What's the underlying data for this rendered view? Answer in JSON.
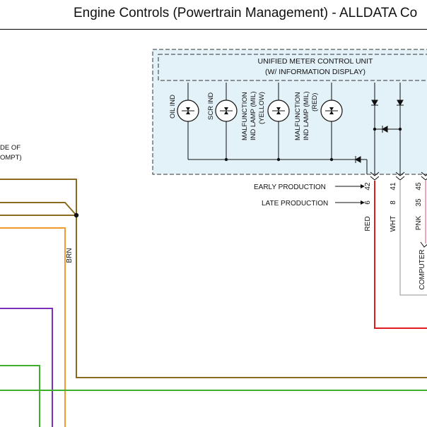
{
  "header": {
    "title": "Engine Controls (Powertrain Management) - ALLDATA Co"
  },
  "diagram": {
    "unit": {
      "line1": "UNIFIED METER CONTROL UNIT",
      "line2": "(W/ INFORMATION DISPLAY)"
    },
    "lamps": [
      {
        "line1": "OIL IND",
        "line2": "",
        "line3": ""
      },
      {
        "line1": "SCR IND",
        "line2": "",
        "line3": ""
      },
      {
        "line1": "MALFUNCTION",
        "line2": "IND LAMP (MIL)",
        "line3": "(YELLOW)"
      },
      {
        "line1": "MALFUNCTION",
        "line2": "IND LAMP (MIL)",
        "line3": "(RED)"
      }
    ],
    "left_note": {
      "line1": "DE OF",
      "line2": "OMPT)"
    },
    "production": {
      "early": "EARLY PRODUCTION",
      "late": "LATE PRODUCTION"
    },
    "pins": {
      "red_early": "42",
      "red_late": "6",
      "wht_early": "41",
      "wht_late": "8",
      "pnk_early": "45",
      "pnk_late": "35"
    },
    "wires": {
      "red": "RED",
      "wht": "WHT",
      "pnk": "PNK",
      "brn": "BRN"
    },
    "computer_label": "COMPUTER",
    "colors": {
      "unit_fill": "#e3f1f8",
      "brown": "#8a6a1e",
      "orange": "#f39a2e",
      "purple": "#7a2fb8",
      "green": "#3fae2a",
      "red": "#e01b1b",
      "pink": "#f2a7b8",
      "gray": "#c8c8c8"
    }
  }
}
